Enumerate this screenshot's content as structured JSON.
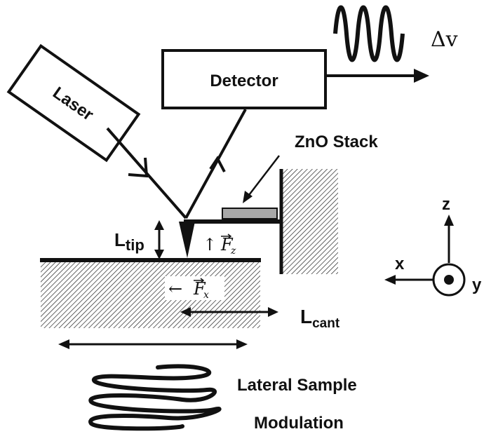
{
  "labels": {
    "laser": "Laser",
    "detector": "Detector",
    "delta_v": "Δv",
    "zno_stack": "ZnO Stack",
    "l_tip_main": "L",
    "l_tip_sub": "tip",
    "l_cant_main": "L",
    "l_cant_sub": "cant",
    "force_z_arrow": "↑",
    "force_z": "F",
    "force_z_sub": "z",
    "force_x_arrow": "←",
    "force_x": "F",
    "force_x_sub": "x",
    "axis_z": "z",
    "axis_x": "x",
    "axis_y": "y",
    "lateral_sample": "Lateral Sample",
    "modulation": "Modulation"
  }
}
